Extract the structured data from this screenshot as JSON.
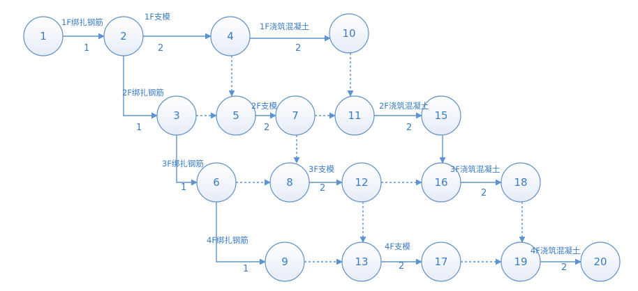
{
  "diagram": {
    "type": "activity-on-arrow network",
    "colors": {
      "line": "#5b93d3",
      "circle_stroke": "#5f8fc6",
      "text": "#3a7cc2",
      "circle_fill_top": "#ffffff",
      "circle_fill_bottom": "#e6ecf7"
    },
    "nodes": [
      "1",
      "2",
      "3",
      "4",
      "5",
      "6",
      "7",
      "8",
      "9",
      "10",
      "11",
      "12",
      "13",
      "15",
      "16",
      "17",
      "18",
      "19",
      "20"
    ],
    "edges": [
      {
        "from": "1",
        "to": "2",
        "style": "solid",
        "task": "1F绑扎钢筋",
        "duration": "1"
      },
      {
        "from": "2",
        "to": "4",
        "style": "solid",
        "task": "1F支模",
        "duration": "2"
      },
      {
        "from": "4",
        "to": "10",
        "style": "solid",
        "task": "1F浇筑混凝土",
        "duration": "2"
      },
      {
        "from": "2",
        "to": "3",
        "style": "solid",
        "task": "2F绑扎钢筋",
        "duration": "1"
      },
      {
        "from": "5",
        "to": "7",
        "style": "solid",
        "task": "2F支模",
        "duration": "2"
      },
      {
        "from": "11",
        "to": "15",
        "style": "solid",
        "task": "2F浇筑混凝土",
        "duration": "2"
      },
      {
        "from": "3",
        "to": "6",
        "style": "solid",
        "task": "3F绑扎钢筋",
        "duration": "1"
      },
      {
        "from": "8",
        "to": "12",
        "style": "solid",
        "task": "3F支模",
        "duration": "2"
      },
      {
        "from": "16",
        "to": "18",
        "style": "solid",
        "task": "3F浇筑混凝土",
        "duration": "2"
      },
      {
        "from": "6",
        "to": "9",
        "style": "solid",
        "task": "4F绑扎钢筋",
        "duration": "1"
      },
      {
        "from": "13",
        "to": "17",
        "style": "solid",
        "task": "4F支模",
        "duration": "2"
      },
      {
        "from": "19",
        "to": "20",
        "style": "solid",
        "task": "4F浇筑混凝土",
        "duration": "2"
      },
      {
        "from": "15",
        "to": "16",
        "style": "solid",
        "task": "",
        "duration": ""
      },
      {
        "from": "4",
        "to": "5",
        "style": "dashed",
        "task": "",
        "duration": ""
      },
      {
        "from": "3",
        "to": "5",
        "style": "dashed",
        "task": "",
        "duration": ""
      },
      {
        "from": "7",
        "to": "11",
        "style": "dashed",
        "task": "",
        "duration": ""
      },
      {
        "from": "10",
        "to": "11",
        "style": "dashed",
        "task": "",
        "duration": ""
      },
      {
        "from": "7",
        "to": "8",
        "style": "dashed",
        "task": "",
        "duration": ""
      },
      {
        "from": "6",
        "to": "8",
        "style": "dashed",
        "task": "",
        "duration": ""
      },
      {
        "from": "12",
        "to": "16",
        "style": "dashed",
        "task": "",
        "duration": ""
      },
      {
        "from": "12",
        "to": "13",
        "style": "dashed",
        "task": "",
        "duration": ""
      },
      {
        "from": "9",
        "to": "13",
        "style": "dashed",
        "task": "",
        "duration": ""
      },
      {
        "from": "17",
        "to": "19",
        "style": "dashed",
        "task": "",
        "duration": ""
      },
      {
        "from": "18",
        "to": "19",
        "style": "dashed",
        "task": "",
        "duration": ""
      }
    ]
  }
}
